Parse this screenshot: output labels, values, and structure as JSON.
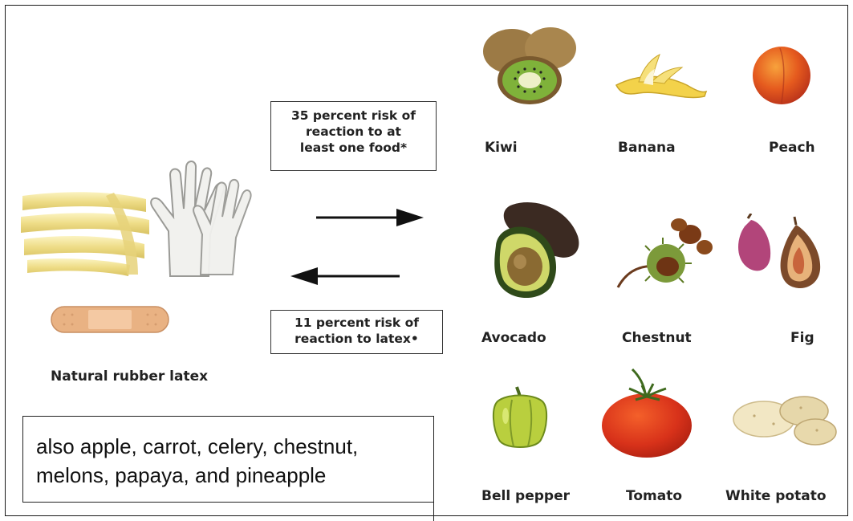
{
  "latex": {
    "label": "Natural rubber latex",
    "icons": [
      "latex-tubing-icon",
      "rubber-glove-icon",
      "adhesive-bandage-icon"
    ]
  },
  "risk_to_food": {
    "lines": [
      "35 percent risk of",
      "reaction to at",
      "least one food*"
    ]
  },
  "risk_to_latex": {
    "lines": [
      "11 percent risk of",
      "reaction to latex•"
    ]
  },
  "foods": [
    {
      "name": "Kiwi",
      "icon": "kiwi-icon"
    },
    {
      "name": "Banana",
      "icon": "banana-icon"
    },
    {
      "name": "Peach",
      "icon": "peach-icon"
    },
    {
      "name": "Avocado",
      "icon": "avocado-icon"
    },
    {
      "name": "Chestnut",
      "icon": "chestnut-icon"
    },
    {
      "name": "Fig",
      "icon": "fig-icon"
    },
    {
      "name": "Bell pepper",
      "icon": "bell-pepper-icon"
    },
    {
      "name": "Tomato",
      "icon": "tomato-icon"
    },
    {
      "name": "White potato",
      "icon": "white-potato-icon"
    }
  ],
  "note": {
    "lines": [
      "also apple, carrot, celery, chestnut,",
      "melons, papaya, and pineapple"
    ]
  }
}
